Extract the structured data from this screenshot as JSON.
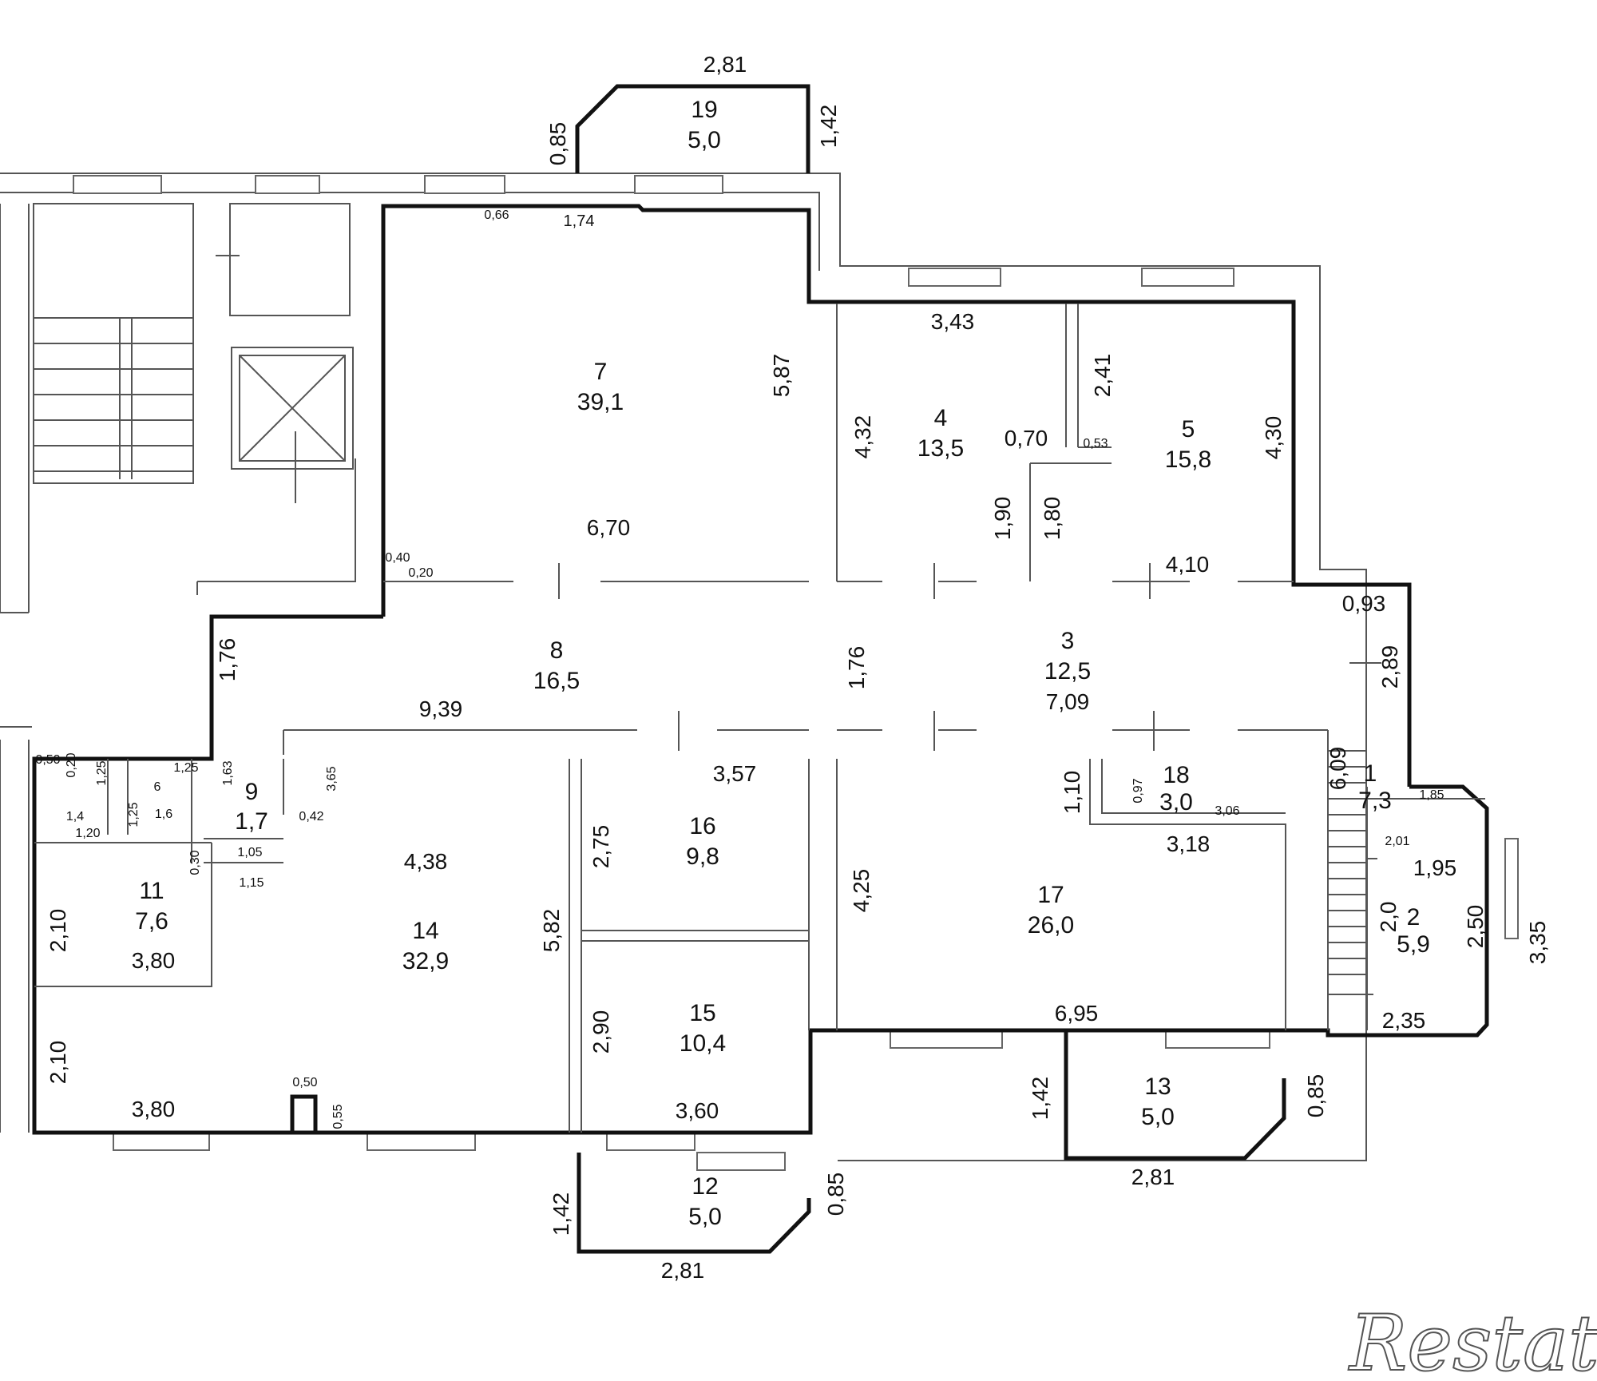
{
  "rooms": [
    {
      "id": "r19",
      "number": "19",
      "area": "5,0"
    },
    {
      "id": "r7",
      "number": "7",
      "area": "39,1"
    },
    {
      "id": "r4",
      "number": "4",
      "area": "13,5"
    },
    {
      "id": "r5",
      "number": "5",
      "area": "15,8"
    },
    {
      "id": "r8",
      "number": "8",
      "area": "16,5"
    },
    {
      "id": "r3",
      "number": "3",
      "area": "12,5"
    },
    {
      "id": "r9",
      "number": "9",
      "area": "1,7"
    },
    {
      "id": "r6",
      "number": "6",
      "area": "1,6"
    },
    {
      "id": "r11",
      "number": "11",
      "area": "7,6"
    },
    {
      "id": "r14",
      "number": "14",
      "area": "32,9"
    },
    {
      "id": "r16",
      "number": "16",
      "area": "9,8"
    },
    {
      "id": "r15",
      "number": "15",
      "area": "10,4"
    },
    {
      "id": "r18",
      "number": "18",
      "area": "3,0"
    },
    {
      "id": "r17",
      "number": "17",
      "area": "26,0"
    },
    {
      "id": "r1",
      "number": "1",
      "area": "7,3"
    },
    {
      "id": "r2",
      "number": "2",
      "area": "5,9"
    },
    {
      "id": "r13",
      "number": "13",
      "area": "5,0"
    },
    {
      "id": "r12",
      "number": "12",
      "area": "5,0"
    }
  ],
  "dimensions": [
    "2,81",
    "0,85",
    "1,42",
    "0,66",
    "1,74",
    "5,87",
    "6,70",
    "0,40",
    "0,20",
    "3,43",
    "2,41",
    "4,32",
    "0,70",
    "0,53",
    "4,30",
    "1,90",
    "1,80",
    "4,10",
    "0,93",
    "1,76",
    "9,39",
    "1,76",
    "7,09",
    "2,89",
    "0,50",
    "0,20",
    "1,25",
    "1,25",
    "1,63",
    "3,65",
    "0,42",
    "1,4",
    "1,20",
    "1,25",
    "1,05",
    "0,30",
    "1,15",
    "4,38",
    "2,10",
    "3,80",
    "5,82",
    "3,57",
    "2,75",
    "2,90",
    "3,60",
    "4,25",
    "1,10",
    "0,97",
    "3,06",
    "3,18",
    "6,09",
    "1,85",
    "2,01",
    "1,95",
    "2,0",
    "2,50",
    "3,35",
    "6,95",
    "2,35",
    "2,10",
    "3,80",
    "0,50",
    "0,55",
    "1,42",
    "0,85",
    "2,81",
    "1,42",
    "0,85",
    "2,81"
  ],
  "watermark": "Restate"
}
